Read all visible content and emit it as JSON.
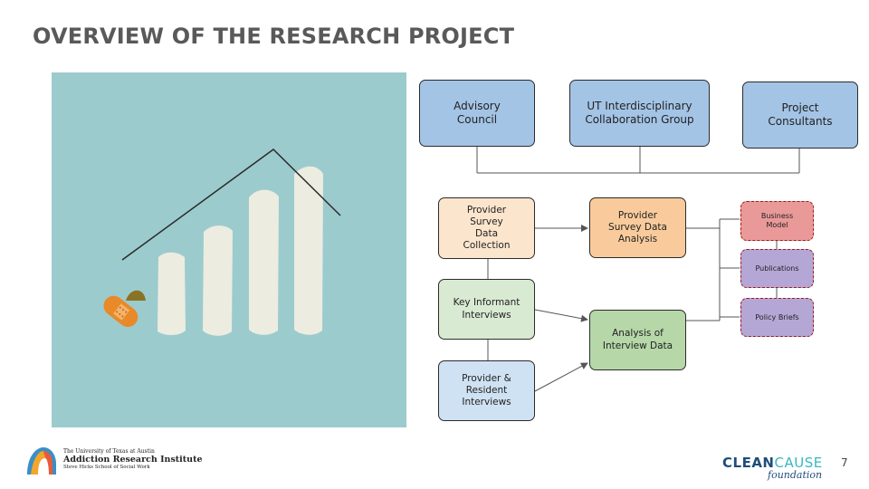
{
  "slide": {
    "title": "OVERVIEW OF THE RESEARCH PROJECT",
    "page_number": "7"
  },
  "diagram": {
    "top_row": [
      {
        "id": "advisory-council",
        "lines": [
          "Advisory",
          "Council"
        ]
      },
      {
        "id": "ut-collab",
        "lines": [
          "UT Interdisciplinary",
          "Collaboration Group"
        ]
      },
      {
        "id": "project-consultants",
        "lines": [
          "Project",
          "Consultants"
        ]
      }
    ],
    "data_collection": [
      {
        "id": "provider-survey-collection",
        "lines": [
          "Provider",
          "Survey",
          "Data",
          "Collection"
        ]
      },
      {
        "id": "key-informant",
        "lines": [
          "Key Informant",
          "Interviews"
        ]
      },
      {
        "id": "provider-resident",
        "lines": [
          "Provider &",
          "Resident",
          "Interviews"
        ]
      }
    ],
    "analysis": [
      {
        "id": "survey-analysis",
        "lines": [
          "Provider",
          "Survey Data",
          "Analysis"
        ]
      },
      {
        "id": "interview-analysis",
        "lines": [
          "Analysis of",
          "Interview Data"
        ]
      }
    ],
    "outputs": [
      {
        "id": "business-model",
        "lines": [
          "Business",
          "Model"
        ]
      },
      {
        "id": "publications",
        "lines": [
          "Publications"
        ]
      },
      {
        "id": "policy-briefs",
        "lines": [
          "Policy Briefs"
        ]
      }
    ]
  },
  "logos": {
    "left": {
      "line1": "The University of Texas at Austin",
      "line2": "Addiction Research Institute",
      "line3": "Steve Hicks School of Social Work"
    },
    "right": {
      "clean": "CLEAN",
      "cause": "CAUSE",
      "sub": "foundation"
    }
  },
  "colors": {
    "illustration_bg": "#9ccbcd",
    "top_row_boxes": "#a4c4e6",
    "output_border": "#a11a1a",
    "title_text": "#595959"
  }
}
